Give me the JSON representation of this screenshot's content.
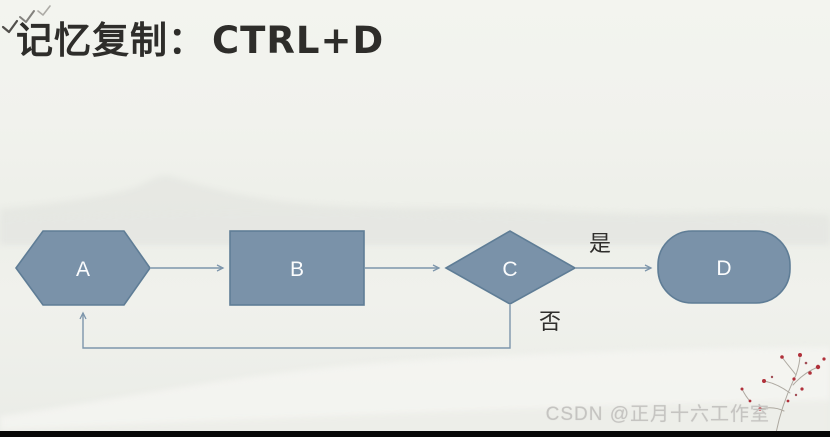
{
  "title": {
    "brush_text": "记忆复制：",
    "shortcut_text": "CTRL+D"
  },
  "flowchart": {
    "nodes": [
      {
        "id": "A",
        "label": "A",
        "shape": "hexagon"
      },
      {
        "id": "B",
        "label": "B",
        "shape": "rectangle"
      },
      {
        "id": "C",
        "label": "C",
        "shape": "diamond"
      },
      {
        "id": "D",
        "label": "D",
        "shape": "stadium"
      }
    ],
    "edges": [
      {
        "from": "A",
        "to": "B",
        "label": ""
      },
      {
        "from": "B",
        "to": "C",
        "label": ""
      },
      {
        "from": "C",
        "to": "D",
        "label": "是"
      },
      {
        "from": "C",
        "to": "A",
        "label": "否"
      }
    ],
    "colors": {
      "node_fill": "#7a92a9",
      "node_border": "#5f7d96",
      "connector": "#7d95ab",
      "edge_label_text": "#2f2e2c",
      "node_label_text": "#fbfcfd"
    }
  },
  "watermark": {
    "text": "CSDN @正月十六工作室"
  },
  "decor": {
    "title_color": "#2e2d2a",
    "background": "#f0f1ec",
    "blossom_color": "#b0303a"
  }
}
